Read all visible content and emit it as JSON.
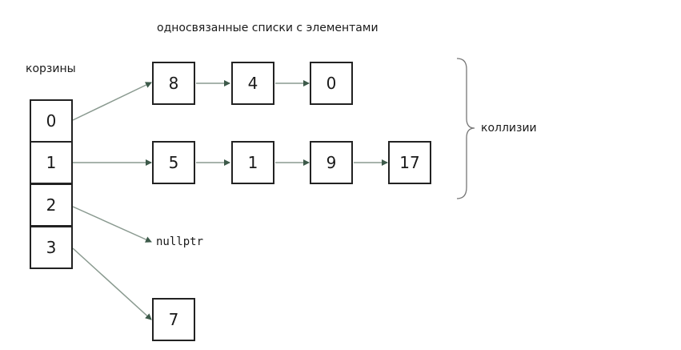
{
  "title": "односвязанные списки с элементами",
  "buckets_label": "корзины",
  "collisions_label": "коллизии",
  "nullptr_label": "nullptr",
  "buckets": [
    "0",
    "1",
    "2",
    "3"
  ],
  "lists": {
    "bucket0": [
      "8",
      "4",
      "0"
    ],
    "bucket1": [
      "5",
      "1",
      "9",
      "17"
    ],
    "bucket3": [
      "7"
    ]
  },
  "colors": {
    "arrow": "#3d5a4a",
    "border": "#222222"
  }
}
